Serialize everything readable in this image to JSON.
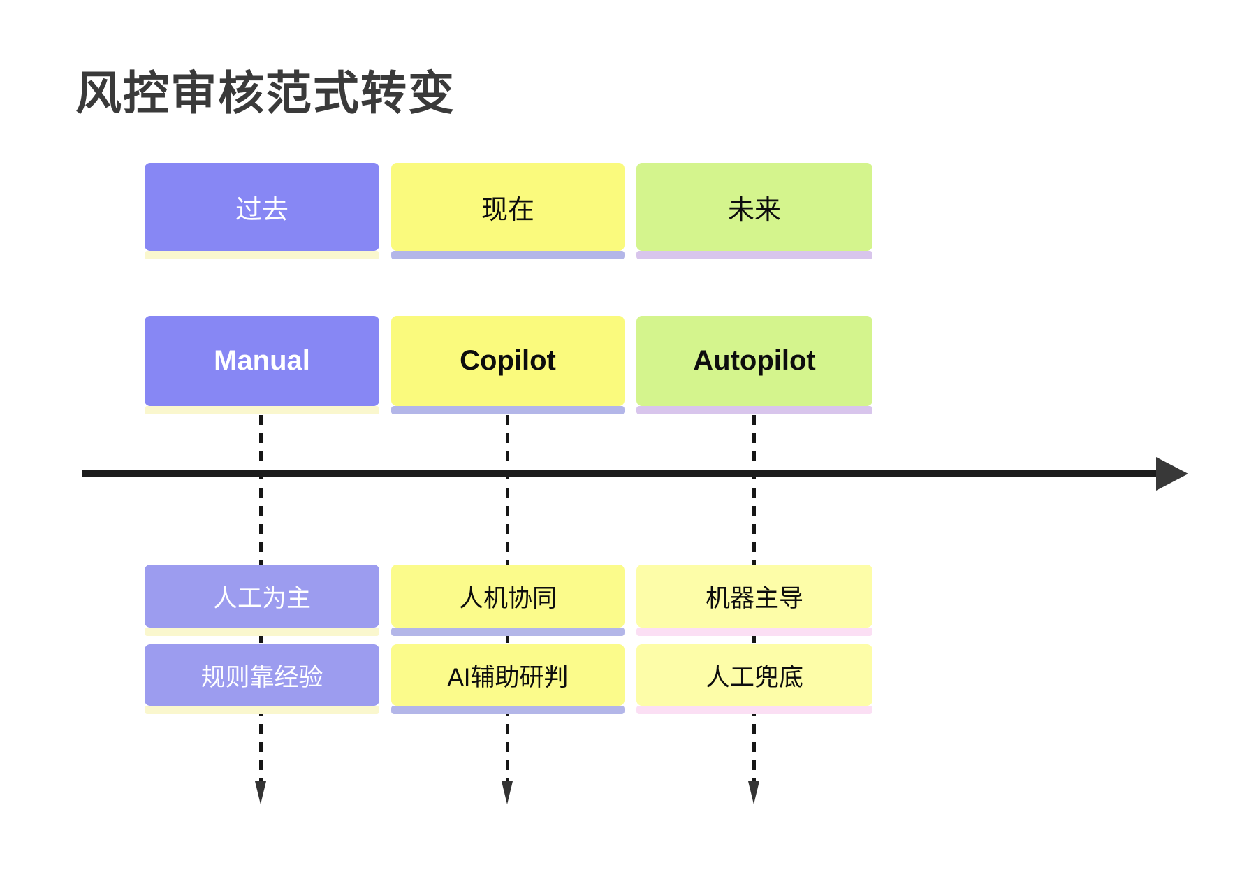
{
  "title": "风控审核范式转变",
  "columns": [
    {
      "id": "past",
      "period_label": "过去",
      "mode_label": "Manual",
      "trait_labels": [
        "人工为主",
        "规则靠经验"
      ],
      "colors": {
        "period_mode_box": "#8787F4",
        "trait_box": "#9C9CEF",
        "text": "#FFFFFF",
        "shadow_bar": "#FAF7CE"
      }
    },
    {
      "id": "present",
      "period_label": "现在",
      "mode_label": "Copilot",
      "trait_labels": [
        "人机协同",
        "AI辅助研判"
      ],
      "colors": {
        "period_mode_box": "#FAFA7D",
        "trait_box": "#FBFB8B",
        "text": "#0D0D0D",
        "shadow_bar": "#B3B6E8"
      }
    },
    {
      "id": "future",
      "period_label": "未来",
      "mode_label": "Autopilot",
      "trait_labels": [
        "机器主导",
        "人工兜底"
      ],
      "colors": {
        "period_mode_box": "#D4F48D",
        "trait_box": "#FDFDA8",
        "text": "#0D0D0D",
        "shadow_bar_upper": "#D8C5EC",
        "shadow_bar_lower": "#FBDFF4"
      }
    }
  ],
  "timeline": {
    "axis_color": "#1C1C1C",
    "axis_arrowhead_color": "#383838",
    "connector_style": "dashed",
    "connector_color": "#161616",
    "title_color": "#3A3A3A"
  }
}
